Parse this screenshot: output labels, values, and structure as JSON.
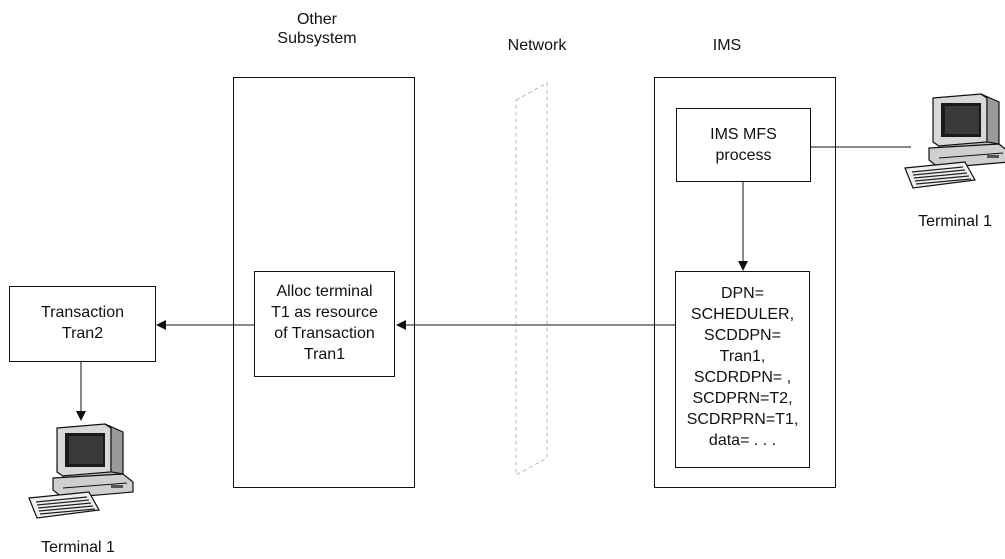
{
  "columns": {
    "other_subsystem_line1": "Other",
    "other_subsystem_line2": "Subsystem",
    "network": "Network",
    "ims": "IMS"
  },
  "boxes": {
    "mfs_line1": "IMS MFS",
    "mfs_line2": "process",
    "alloc_lines": [
      "Alloc terminal",
      "T1 as resource",
      "of Transaction",
      "Tran1"
    ],
    "dpn_lines": [
      "DPN=",
      "SCHEDULER,",
      "SCDDPN=",
      "Tran1,",
      "SCDRDPN= ,",
      "SCDPRN=T2,",
      "SCDRPRN=T1,",
      "data= . . ."
    ],
    "transaction_line1": "Transaction",
    "transaction_line2": "Tran2"
  },
  "terminals": {
    "right_label": "Terminal 1",
    "left_label": "Terminal 1"
  },
  "icons": {
    "terminal_right": "computer-terminal-icon",
    "terminal_left": "computer-terminal-icon"
  }
}
